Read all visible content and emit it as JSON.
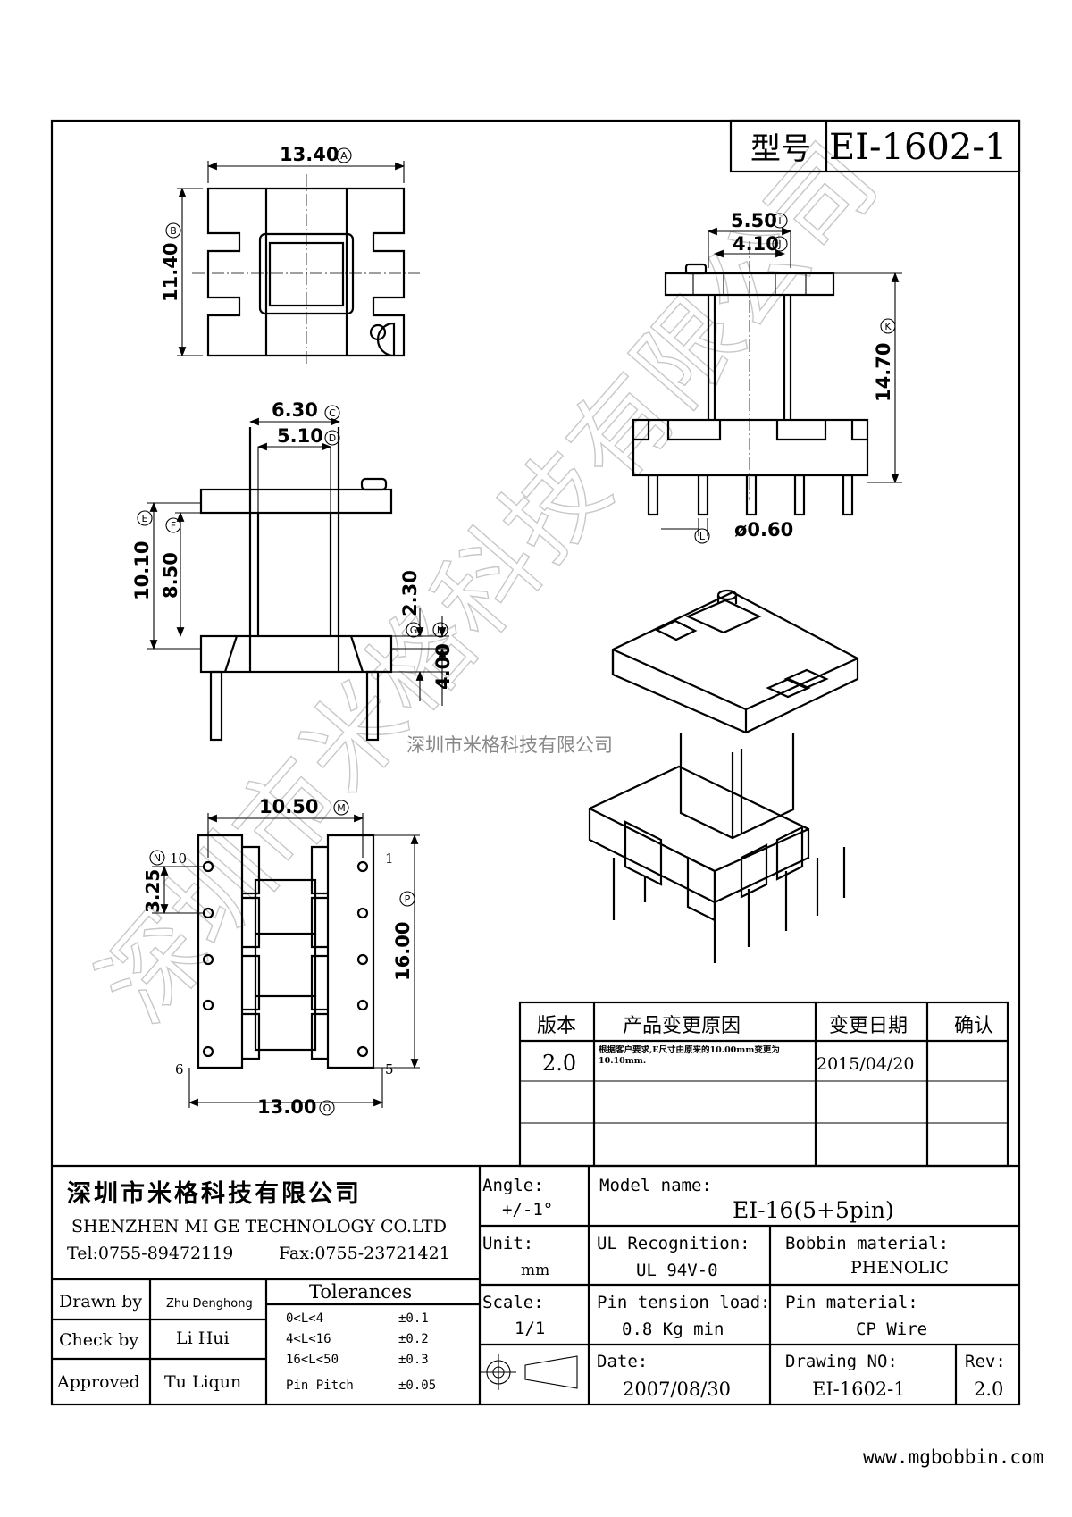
{
  "title_block": {
    "model_label": "型号",
    "model_no": "EI-1602-1"
  },
  "watermark": {
    "diagonal": "深圳市米格科技有限公司",
    "center": "深圳市米格科技有限公司"
  },
  "dimensions": {
    "A": "13.40",
    "B": "11.40",
    "C": "6.30",
    "D": "5.10",
    "E": "10.10",
    "F": "8.50",
    "G_val": "2.30",
    "H_val": "4.00",
    "I": "5.50",
    "J": "4.10",
    "K": "14.70",
    "L": "ø0.60",
    "M": "10.50",
    "N": "3.25",
    "O": "13.00",
    "P": "16.00"
  },
  "dim_markers": [
    "A",
    "B",
    "C",
    "D",
    "E",
    "F",
    "G",
    "H",
    "I",
    "J",
    "K",
    "L",
    "M",
    "N",
    "O",
    "P"
  ],
  "pin_labels": {
    "p10": "10",
    "p1": "1",
    "p6": "6",
    "p5": "5"
  },
  "revision_table": {
    "headers": [
      "版本",
      "产品变更原因",
      "变更日期",
      "确认"
    ],
    "rows": [
      {
        "version": "2.0",
        "reason": "根据客户要求,E尺寸由原来的10.00mm变更为10.10mm.",
        "date": "2015/04/20",
        "confirm": ""
      },
      {
        "version": "",
        "reason": "",
        "date": "",
        "confirm": ""
      },
      {
        "version": "",
        "reason": "",
        "date": "",
        "confirm": ""
      }
    ]
  },
  "company": {
    "name_cn": "深圳市米格科技有限公司",
    "name_en": "SHENZHEN  MI GE TECHNOLOGY  CO.LTD",
    "tel": "Tel:0755-89472119",
    "fax": "Fax:0755-23721421"
  },
  "signatures": {
    "drawn_label": "Drawn by",
    "drawn_value": "Zhu Denghong",
    "check_label": "Check by",
    "check_value": "Li Hui",
    "approved_label": "Approved",
    "approved_value": "Tu Liqun"
  },
  "tolerances": {
    "title": "Tolerances",
    "rows": [
      {
        "range": "0<L<4",
        "tol": "±0.1"
      },
      {
        "range": "4<L<16",
        "tol": "±0.2"
      },
      {
        "range": "16<L<50",
        "tol": "±0.3"
      },
      {
        "range": "Pin Pitch",
        "tol": "±0.05"
      }
    ]
  },
  "specs": {
    "angle_label": "Angle:",
    "angle_value": "+/-1°",
    "unit_label": "Unit:",
    "unit_value": "mm",
    "scale_label": "Scale:",
    "scale_value": "1/1",
    "model_label": "Model name:",
    "model_value": "EI-16(5+5pin)",
    "ul_label": "UL Recognition:",
    "ul_value": "UL 94V-0",
    "bobbin_label": "Bobbin material:",
    "bobbin_value": "PHENOLIC",
    "tension_label": "Pin tension load:",
    "tension_value": "0.8 Kg min",
    "pin_mat_label": "Pin material:",
    "pin_mat_value": "CP Wire",
    "date_label": "Date:",
    "date_value": "2007/08/30",
    "drawing_label": "Drawing NO:",
    "drawing_value": "EI-1602-1",
    "rev_label": "Rev:",
    "rev_value": "2.0"
  },
  "website": "www.mgbobbin.com"
}
